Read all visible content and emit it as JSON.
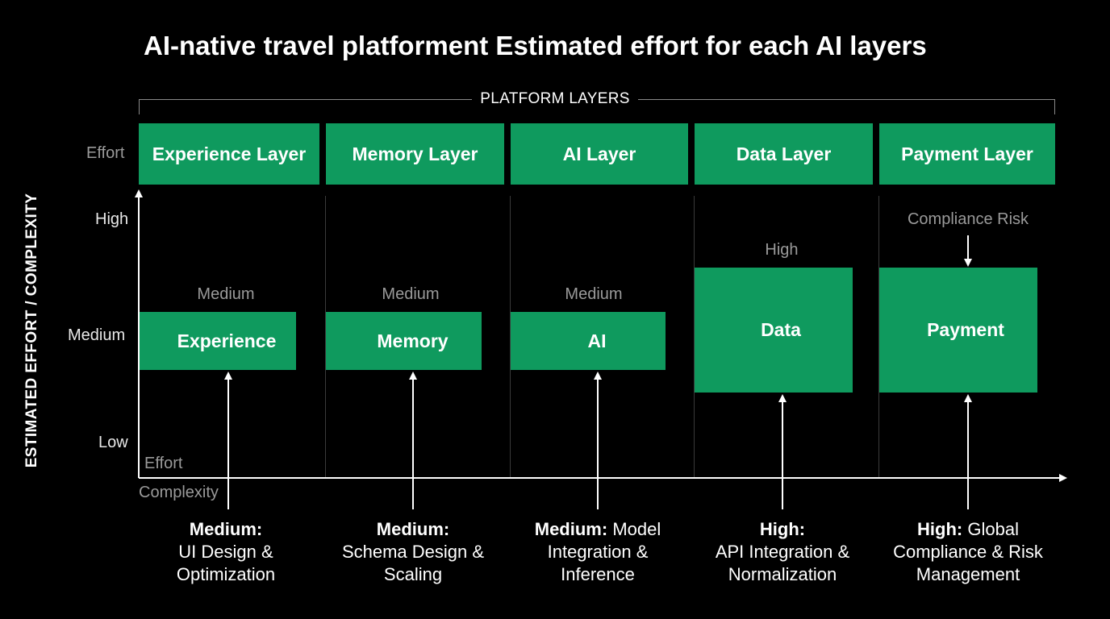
{
  "title": "AI-native travel platforment Estimated effort for each AI layers",
  "bracket_label": "PLATFORM LAYERS",
  "y_axis": {
    "title": "ESTIMATED EFFORT / COMPLEXITY",
    "top_label": "Effort",
    "ticks": {
      "high": "High",
      "medium": "Medium",
      "low": "Low"
    },
    "origin_label_effort": "Effort",
    "origin_label_complexity": "Complexity"
  },
  "layers": [
    {
      "header": "Experience Layer",
      "bar": "Experience",
      "level": "Medium",
      "level_label": "Medium",
      "desc_bold": "Medium:",
      "desc_rest": "UI Design & Optimization"
    },
    {
      "header": "Memory Layer",
      "bar": "Memory",
      "level": "Medium",
      "level_label": "Medium",
      "desc_bold": "Medium:",
      "desc_rest": "Schema Design & Scaling"
    },
    {
      "header": "AI Layer",
      "bar": "AI",
      "level": "Medium",
      "level_label": "Medium",
      "desc_bold": "Medium:",
      "desc_rest": "Model Integration & Inference"
    },
    {
      "header": "Data Layer",
      "bar": "Data",
      "level": "High",
      "level_label": "High",
      "desc_bold": "High:",
      "desc_rest": "API Integration & Normalization"
    },
    {
      "header": "Payment Layer",
      "bar": "Payment",
      "level": "High",
      "level_label": "Compliance Risk",
      "desc_bold": "High:",
      "desc_rest": "Global Compliance & Risk Management"
    }
  ],
  "colors": {
    "accent": "#0f9a5e",
    "background": "#000000",
    "muted": "#9a9a9a"
  }
}
